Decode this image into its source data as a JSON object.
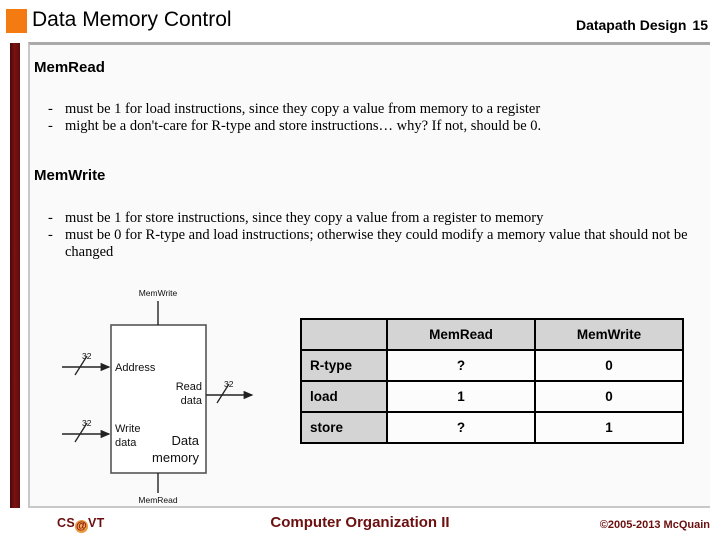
{
  "header": {
    "title": "Data Memory Control",
    "course_label": "Datapath Design",
    "page_number": "15",
    "accent_color": "#F47B11"
  },
  "sections": [
    {
      "heading": "MemRead",
      "bullets": [
        "must be 1 for load instructions, since they copy a value from memory to a register",
        "might be a don't-care for R-type and store instructions… why?  If not, should be 0."
      ]
    },
    {
      "heading": "MemWrite",
      "bullets": [
        "must be 1 for store instructions, since they copy a value from a register to memory",
        "must be 0 for R-type and load instructions; otherwise they could modify a memory value that should not be changed"
      ]
    }
  ],
  "bullet_marker": "-",
  "diagram": {
    "block_label_line1": "Data",
    "block_label_line2": "memory",
    "top_signal": "MemWrite",
    "bottom_signal": "MemRead",
    "input_address": "Address",
    "input_write_line1": "Write",
    "input_write_line2": "data",
    "output_read_line1": "Read",
    "output_read_line2": "data",
    "bus_width_address": "32",
    "bus_width_writedata": "32",
    "bus_width_readdata": "32"
  },
  "table": {
    "corner_label": "",
    "columns": [
      "MemRead",
      "MemWrite"
    ],
    "rows": [
      {
        "label": "R-type",
        "values": [
          "?",
          "0"
        ]
      },
      {
        "label": "load",
        "values": [
          "1",
          "0"
        ]
      },
      {
        "label": "store",
        "values": [
          "?",
          "1"
        ]
      }
    ]
  },
  "footer": {
    "logo_prefix": "CS",
    "logo_at": "@",
    "logo_suffix": "VT",
    "center": "Computer Organization II",
    "copyright": "©2005-2013 McQuain",
    "brand_color": "#6B0F0F"
  }
}
